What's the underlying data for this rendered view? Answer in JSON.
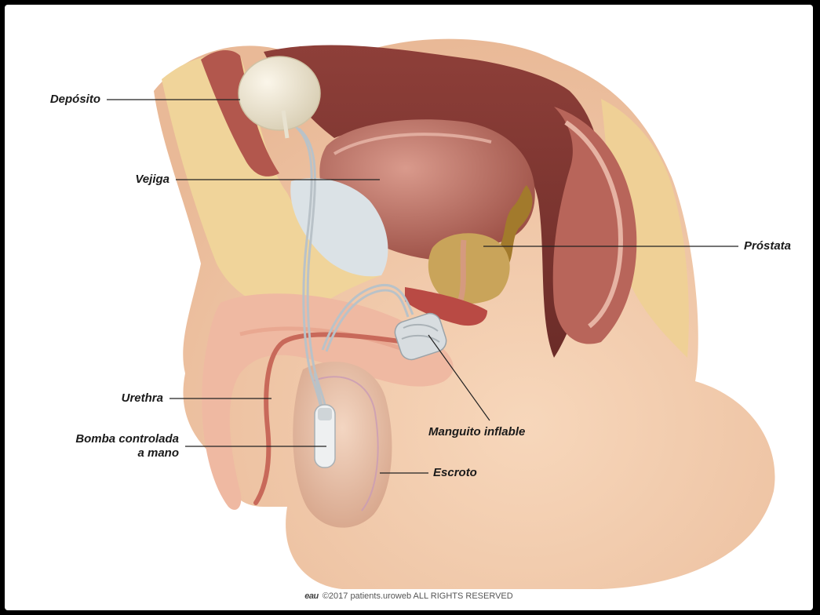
{
  "labels": {
    "deposito": "Depósito",
    "vejiga": "Vejiga",
    "prostata": "Próstata",
    "urethra": "Urethra",
    "bomba": "Bomba controlada\na mano",
    "manguito": "Manguito inflable",
    "escroto": "Escroto"
  },
  "footer": {
    "logo": "eau",
    "text": "©2017 patients.uroweb ALL RIGHTS RESERVED"
  },
  "colors": {
    "skin": "#f4cfb0",
    "fat": "#f0d49a",
    "muscle": "#a8524a",
    "bladder": "#b86a5c",
    "device": "#dfe3e6",
    "prostate": "#c9a45a"
  }
}
